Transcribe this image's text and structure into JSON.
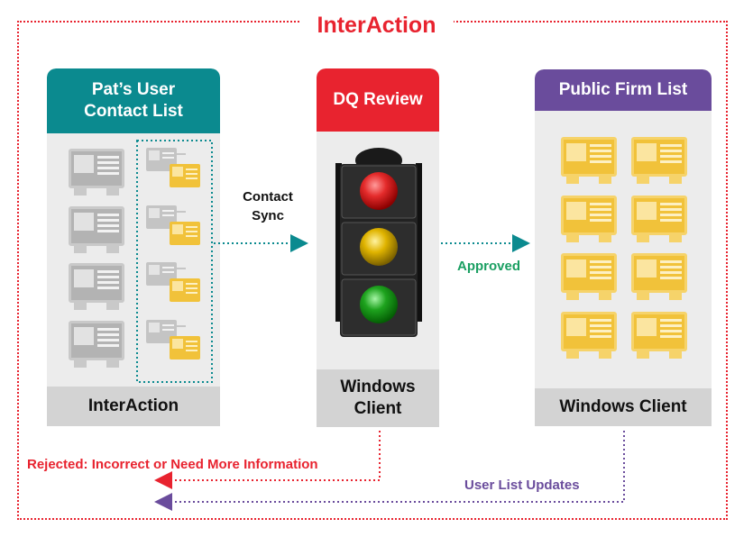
{
  "title": "InterAction",
  "cards": {
    "user_list": {
      "header": "Pat’s User Contact List",
      "footer": "InterAction",
      "header_color": "#0b8a8f"
    },
    "dq_review": {
      "header": "DQ Review",
      "footer": "Windows Client",
      "header_color": "#e8232f"
    },
    "firm_list": {
      "header": "Public Firm List",
      "footer": "Windows Client",
      "header_color": "#6a4c9c"
    }
  },
  "arrows": {
    "contact_sync": "Contact Sync",
    "approved": "Approved",
    "rejected": "Rejected: Incorrect or Need More Information",
    "updates": "User List Updates"
  },
  "colors": {
    "frame": "#e8232f",
    "teal": "#0b8a8f",
    "approved_text": "#1a9f62",
    "purple": "#6a4c9c",
    "light_red": "#e42b2b",
    "light_yellow": "#e0b400",
    "light_green": "#1ea31e",
    "gray_card_icon": "#b9b9b9",
    "gold_card_icon": "#f2c84b"
  },
  "icons": {
    "gray_contact": "contact-card-gray-icon",
    "gold_contact": "contact-card-gold-icon",
    "traffic_light": "traffic-light-icon"
  }
}
